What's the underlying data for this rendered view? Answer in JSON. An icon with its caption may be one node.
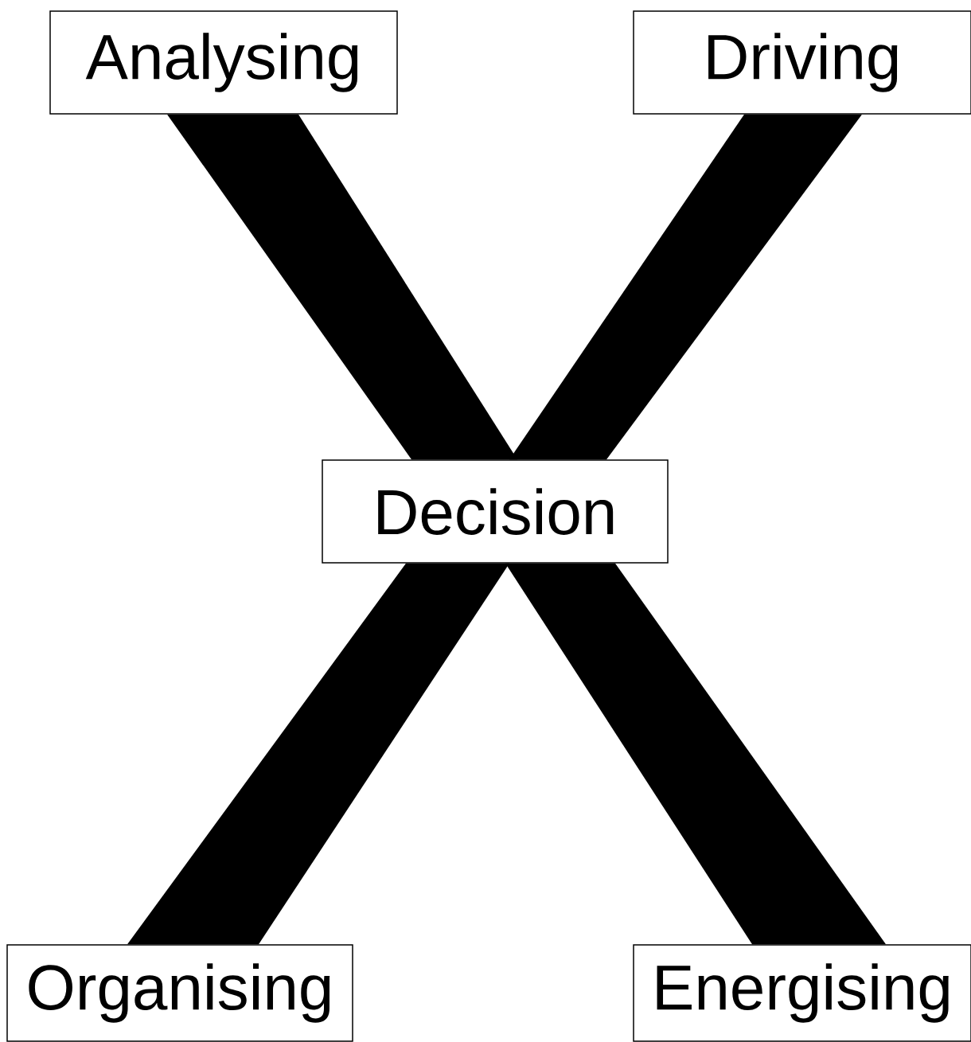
{
  "diagram": {
    "nodes": [
      {
        "text": [
          "Analysing"
        ]
      },
      {
        "text": [
          "Driving"
        ]
      },
      {
        "text": [
          "Decision"
        ]
      },
      {
        "text": [
          "Organising"
        ]
      },
      {
        "text": [
          "Energising"
        ]
      }
    ],
    "edges": [
      {
        "from": 0,
        "to": 2,
        "arrow": "none",
        "style": "thick"
      },
      {
        "from": 1,
        "to": 2,
        "arrow": "none",
        "style": "thick"
      },
      {
        "from": 2,
        "to": 3,
        "arrow": "none",
        "style": "thick"
      },
      {
        "from": 2,
        "to": 4,
        "arrow": "none",
        "style": "thick"
      }
    ]
  }
}
